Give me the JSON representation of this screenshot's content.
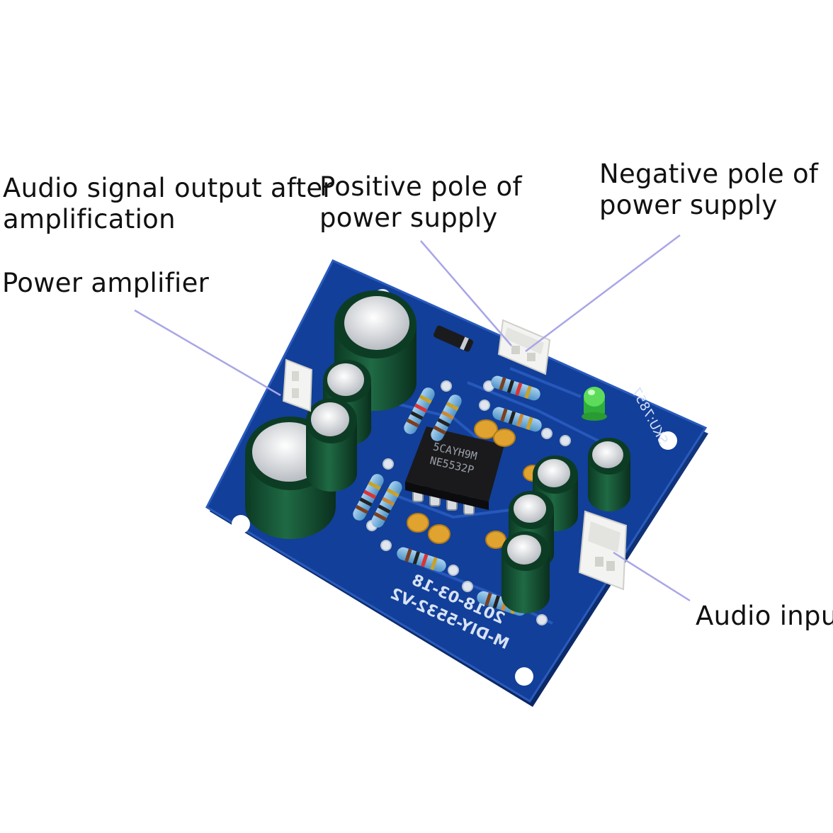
{
  "labels": {
    "output": {
      "line1": "Audio signal output after",
      "line2": "amplification"
    },
    "positive": {
      "line1": "Positive pole of",
      "line2": "power supply"
    },
    "negative": {
      "line1": "Negative pole of",
      "line2": "power supply"
    },
    "amplifier": {
      "line1": "Power amplifier"
    },
    "input": {
      "line1": "Audio input"
    }
  },
  "board": {
    "chip_line1": "5CAYH9M",
    "chip_line2": "NE5532P",
    "silk_line1": "M-DIY-5532-V2",
    "silk_line2": "2018-03-18",
    "sku": "SKU:7857",
    "pcb_color": "#123f99",
    "silk_color": "#d7e2f4"
  },
  "colors": {
    "leader_line": "#a8a6e6",
    "label_text": "#111111"
  }
}
